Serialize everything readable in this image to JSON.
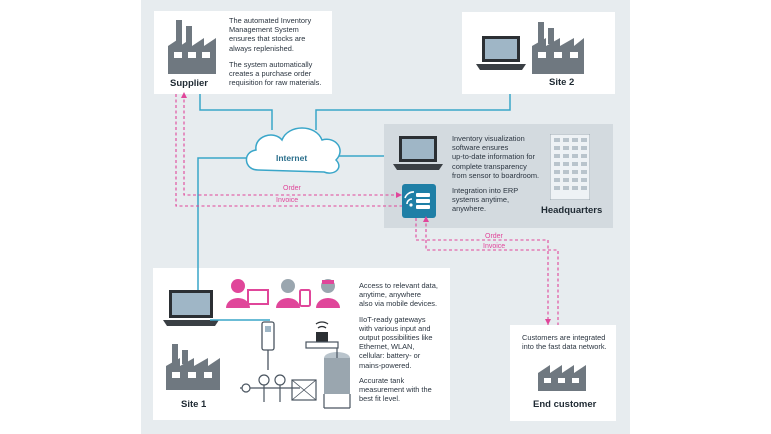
{
  "supplier": {
    "title": "Supplier",
    "text1": [
      "The automated Inventory",
      "Management System",
      "ensures that stocks are",
      "always replenished."
    ],
    "text2": [
      "The system automatically",
      "creates a purchase order",
      "requisition for raw materials."
    ]
  },
  "site2": {
    "title": "Site 2"
  },
  "internet": {
    "label": "Internet"
  },
  "headquarters": {
    "title": "Headquarters",
    "text1": [
      "Inventory visualization",
      "software ensures",
      "up-to-date information for",
      "complete transparency",
      "from sensor to boardroom."
    ],
    "text2": [
      "Integration into ERP",
      "systems anytime,",
      "anywhere."
    ]
  },
  "site1": {
    "title": "Site 1",
    "text1": [
      "Access to relevant data,",
      "anytime, anywhere",
      "also via mobile devices."
    ],
    "text2": [
      "IIoT-ready gateways",
      "with various input and",
      "output possibilities like",
      "Ethernet, WLAN,",
      "cellular: battery- or",
      "mains-powered."
    ],
    "text3": [
      "Accurate tank",
      "measurement with the",
      "best fit level."
    ]
  },
  "end_customer": {
    "title": "End customer",
    "text1": [
      "Customers are integrated",
      "into the fast data network."
    ]
  },
  "flows": {
    "order_top": "Order",
    "invoice_top": "Invoice",
    "order_bottom": "Order",
    "invoice_bottom": "Invoice"
  },
  "colors": {
    "panel": "#e7ecef",
    "network_line": "#3aa6c9",
    "flow_line": "#e0469a",
    "headquarters_bg": "#d3dadf",
    "gateway": "#1f7fa6"
  }
}
